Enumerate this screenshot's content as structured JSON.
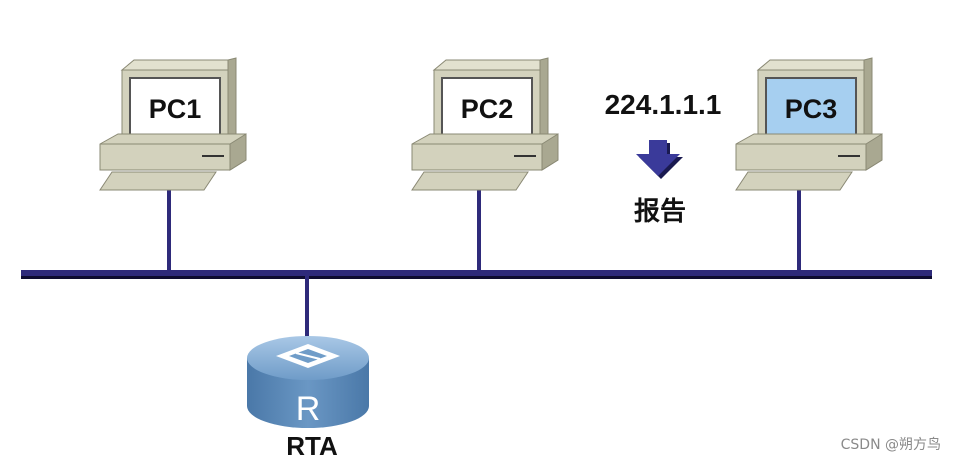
{
  "diagram": {
    "hosts": [
      {
        "label": "PC1",
        "screen_color": "#ffffff"
      },
      {
        "label": "PC2",
        "screen_color": "#ffffff"
      },
      {
        "label": "PC3",
        "screen_color": "#a6cff0"
      }
    ],
    "router": {
      "symbol": "R",
      "label": "RTA"
    },
    "multicast": {
      "group_address": "224.1.1.1",
      "message": "报告",
      "arrow_icon": "down-arrow-icon"
    },
    "colors": {
      "bus": "#2e2a7a",
      "pc_body": "#d3d2bd",
      "pc_side": "#a9a891",
      "router": "#5b8ab8",
      "arrow": "#3a3a9a"
    }
  },
  "watermark": "CSDN @朔方鸟"
}
